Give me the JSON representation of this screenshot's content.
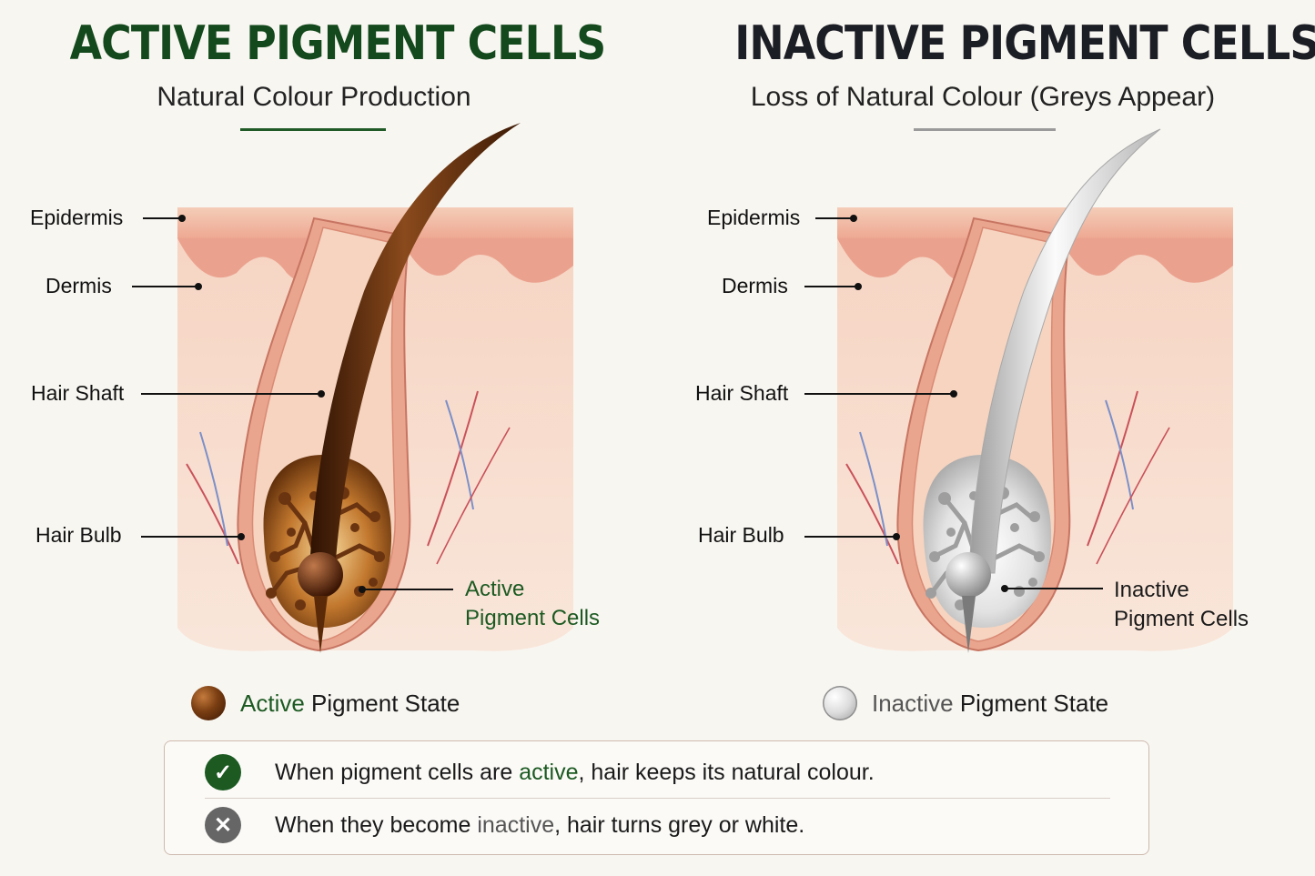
{
  "left": {
    "title": "ACTIVE PIGMENT CELLS",
    "subtitle": "Natural Colour Production",
    "labels": {
      "epidermis": "Epidermis",
      "dermis": "Dermis",
      "hair_shaft": "Hair Shaft",
      "hair_bulb": "Hair Bulb"
    },
    "cells_label": {
      "line1": "Active",
      "line2": "Pigment Cells"
    },
    "legend": {
      "highlight": "Active",
      "rest": " Pigment State"
    }
  },
  "right": {
    "title": "INACTIVE PIGMENT CELLS",
    "subtitle": "Loss of Natural Colour (Greys Appear)",
    "labels": {
      "epidermis": "Epidermis",
      "dermis": "Dermis",
      "hair_shaft": "Hair Shaft",
      "hair_bulb": "Hair Bulb"
    },
    "cells_label": {
      "line1": "Inactive",
      "line2": "Pigment Cells"
    },
    "legend": {
      "highlight": "Inactive",
      "rest": " Pigment State"
    }
  },
  "summary": {
    "active_row": {
      "icon": "check-icon",
      "before": "When pigment cells are ",
      "highlight": "active",
      "after": ", hair keeps its natural colour."
    },
    "inactive_row": {
      "icon": "cross-icon",
      "before": "When they become ",
      "highlight": "inactive",
      "after": ", hair turns grey or white."
    }
  },
  "colors": {
    "active_green": "#1c5a22",
    "hair_brown": "#5a2c0b",
    "hair_grey": "#c8c8c8",
    "skin": "#f3c7b0"
  }
}
